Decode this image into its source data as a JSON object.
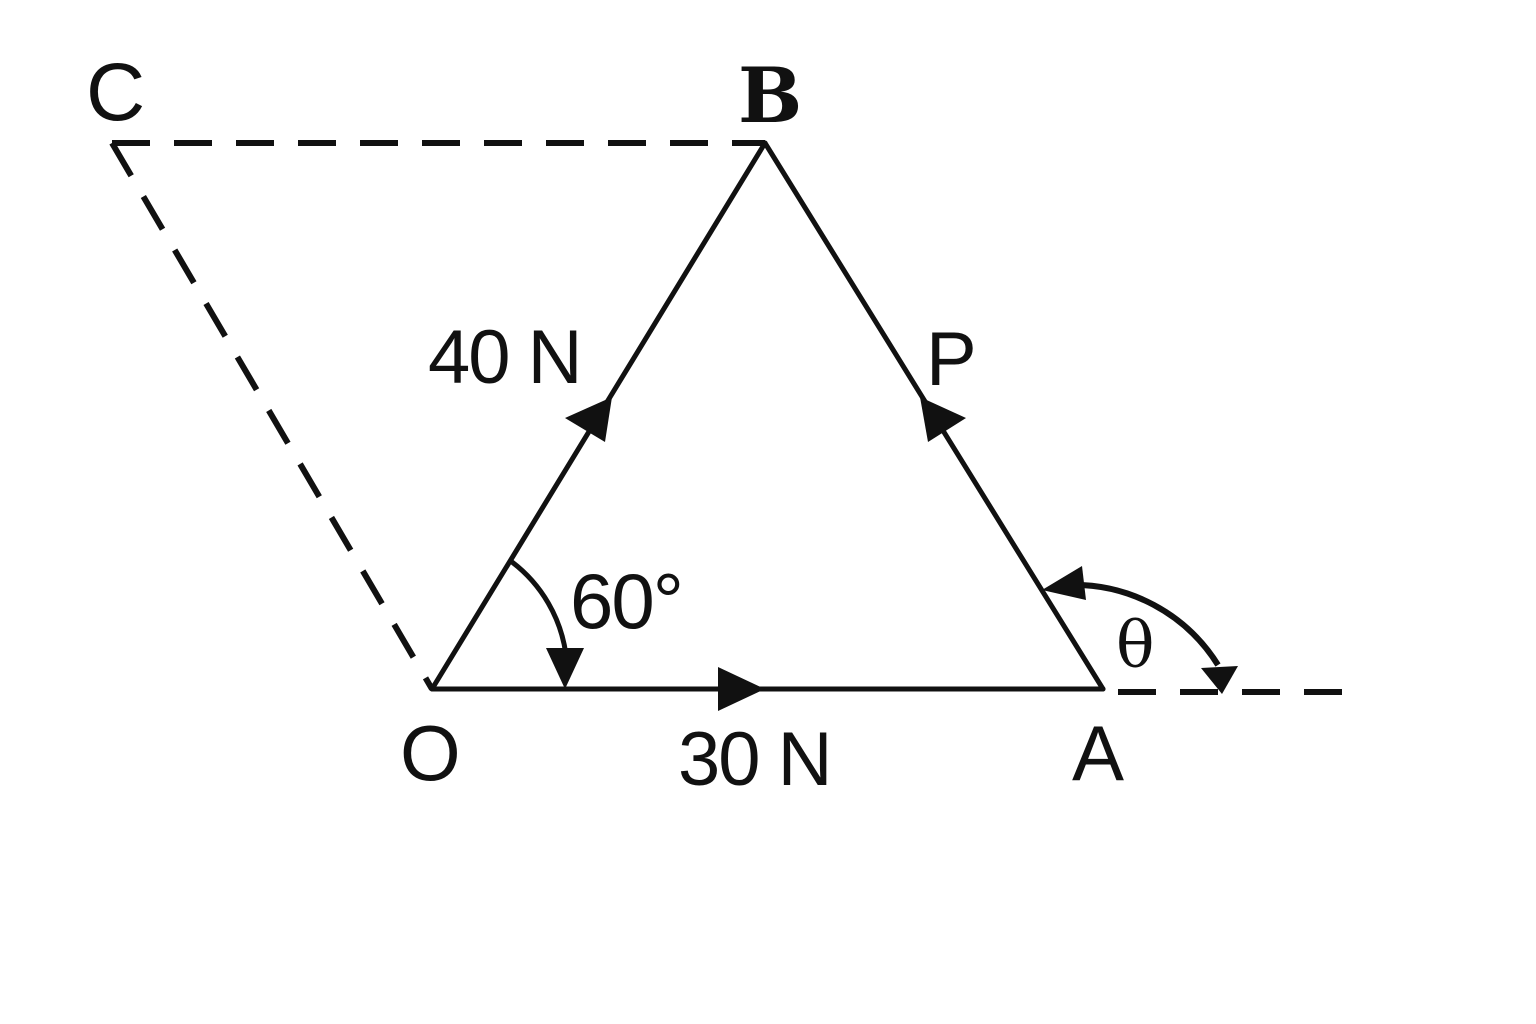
{
  "diagram": {
    "type": "force-vector-triangle",
    "colors": {
      "stroke": "#111111",
      "background": "#ffffff"
    },
    "points": {
      "O": {
        "label": "O"
      },
      "A": {
        "label": "A"
      },
      "B": {
        "label": "B"
      },
      "C": {
        "label": "C"
      }
    },
    "vectors": [
      {
        "from": "O",
        "to": "A",
        "label": "30 N",
        "style": "solid"
      },
      {
        "from": "O",
        "to": "B",
        "label": "40 N",
        "style": "solid"
      },
      {
        "from": "A",
        "to": "B",
        "label": "P",
        "style": "solid"
      }
    ],
    "construction_lines": [
      {
        "from": "C",
        "to": "B",
        "style": "dashed"
      },
      {
        "from": "C",
        "to": "O",
        "style": "dashed"
      },
      {
        "from": "A",
        "to": "extension",
        "style": "dashed"
      }
    ],
    "angles": [
      {
        "vertex": "O",
        "between": [
          "OB",
          "OA"
        ],
        "label": "60°"
      },
      {
        "vertex": "A",
        "between": [
          "AB",
          "A-extension"
        ],
        "label": "θ"
      }
    ]
  }
}
